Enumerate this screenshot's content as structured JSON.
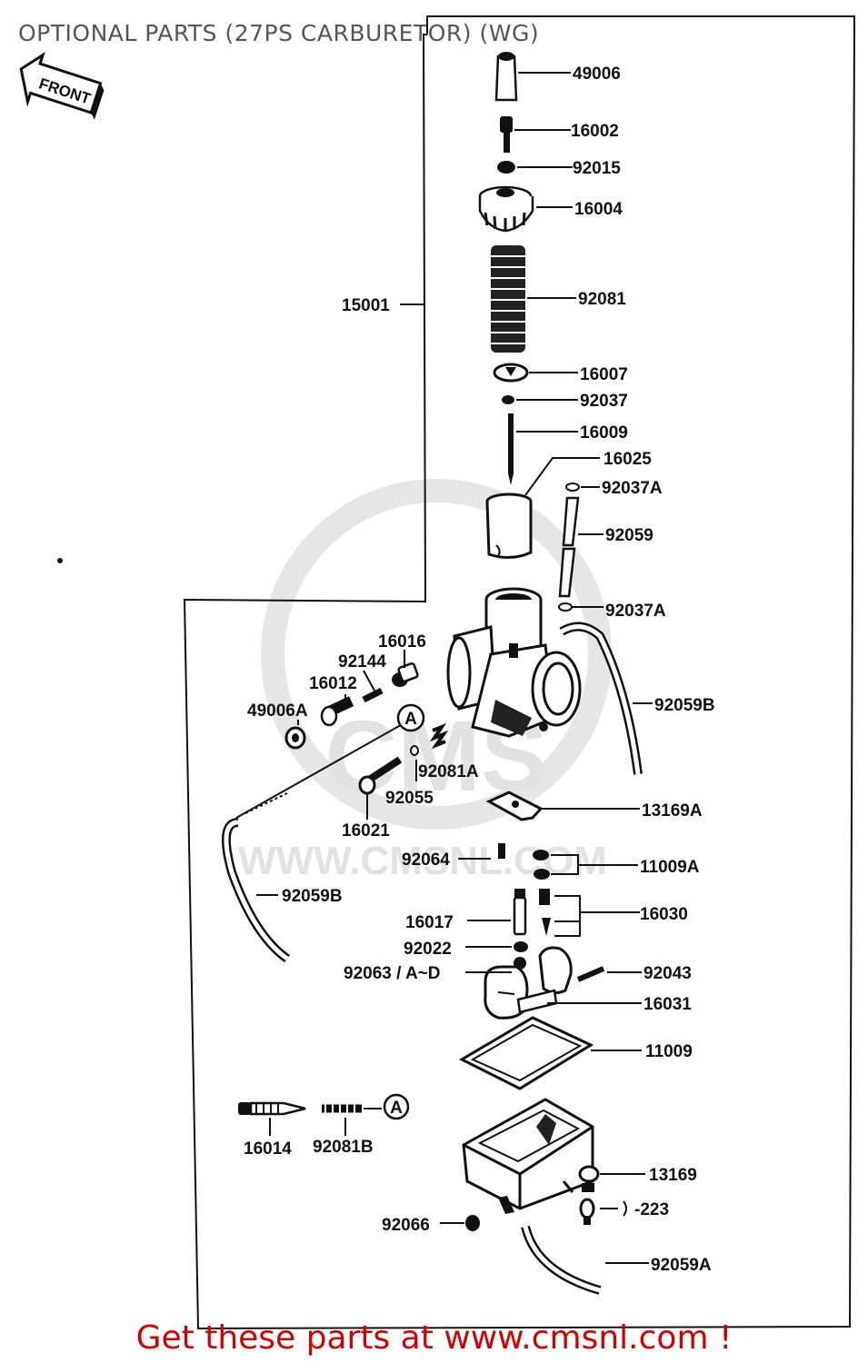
{
  "header": {
    "title": "OPTIONAL PARTS (27PS CARBURETOR) (WG)"
  },
  "footer": {
    "cta": "Get these parts at www.cmsnl.com !"
  },
  "front_badge": "FRONT",
  "watermark": {
    "brand": "CMS",
    "url": "WWW.CMSNL.COM"
  },
  "callout_ref": "A",
  "parts": {
    "p49006": "49006",
    "p16002": "16002",
    "p92015": "92015",
    "p16004": "16004",
    "p15001": "15001",
    "p92081": "92081",
    "p16007": "16007",
    "p92037": "92037",
    "p16009": "16009",
    "p16025": "16025",
    "p92037A_top": "92037A",
    "p92059": "92059",
    "p92037A_bot": "92037A",
    "p16016": "16016",
    "p92144": "92144",
    "p16012": "16012",
    "p49006A": "49006A",
    "p92059B_right": "92059B",
    "p92081A": "92081A",
    "p92055": "92055",
    "p16021": "16021",
    "p13169A": "13169A",
    "p92064": "92064",
    "p11009A": "11009A",
    "p92059B_left": "92059B",
    "p16017": "16017",
    "p16030": "16030",
    "p92022": "92022",
    "p92063": "92063 / A~D",
    "p92043": "92043",
    "p16031": "16031",
    "p11009": "11009",
    "p16014": "16014",
    "p92081B": "92081B",
    "p13169": "13169",
    "p223": "-223",
    "p92066": "92066",
    "p92059A": "92059A"
  }
}
